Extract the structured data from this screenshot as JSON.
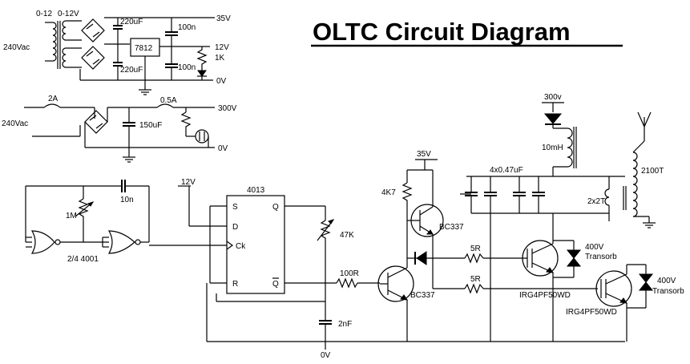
{
  "title": "OLTC Circuit Diagram",
  "psu_low": {
    "ac_in": "240Vac",
    "secondary_left": "0-12",
    "secondary_right": "0-12V",
    "cap_top": "220uF",
    "cap_bottom": "220uF",
    "regulator": "7812",
    "cap_100n_top": "100n",
    "cap_100n_bottom": "100n",
    "resistor": "1K",
    "rail_35v": "35V",
    "rail_12v": "12V",
    "rail_0v": "0V"
  },
  "psu_high": {
    "ac_in": "240Vac",
    "fuse_in": "2A",
    "fuse_out": "0.5A",
    "cap": "150uF",
    "rail_300v": "300V",
    "rail_0v": "0V"
  },
  "oscillator": {
    "pot": "1M",
    "cap": "10n",
    "gates": "2/4 4001"
  },
  "flipflop": {
    "supply": "12V",
    "chip": "4013",
    "pin_s": "S",
    "pin_q": "Q",
    "pin_d": "D",
    "pin_ck": "Ck",
    "pin_r": "R",
    "pin_qbar": "Q",
    "pot": "47K",
    "resistor": "100R",
    "cap": "2nF",
    "ground": "0V"
  },
  "driver": {
    "supply": "35V",
    "r_pullup": "4K7",
    "q_top": "BC337",
    "q_bottom": "BC337",
    "r_gate1": "5R",
    "r_gate2": "5R"
  },
  "output": {
    "supply": "300v",
    "inductor": "10mH",
    "caps": "4x0.47uF",
    "coil_primary": "2x2T",
    "coil_secondary": "2100T",
    "igbt1": "IRG4PF50WD",
    "igbt2": "IRG4PF50WD",
    "tvs1_rating": "400V",
    "tvs1_type": "Transorb",
    "tvs2_rating": "400V",
    "tvs2_type": "Transorb"
  }
}
